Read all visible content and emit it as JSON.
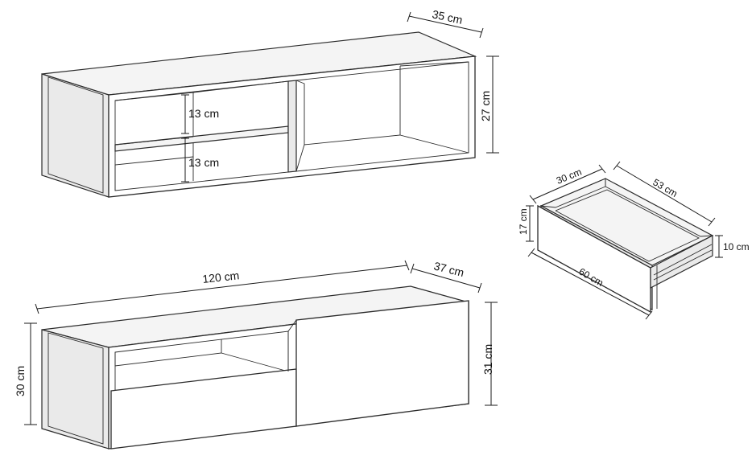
{
  "shelf": {
    "depth_label": "35 cm",
    "height_label": "27 cm",
    "upper_gap_label": "13 cm",
    "lower_gap_label": "13 cm"
  },
  "cabinet": {
    "width_label": "120 cm",
    "depth_label": "37 cm",
    "left_height_label": "30 cm",
    "right_height_label": "31 cm"
  },
  "drawer": {
    "depth_label": "30 cm",
    "width_inner_label": "53 cm",
    "height_label": "17 cm",
    "inner_height_label": "10 cm",
    "width_label": "60 cm"
  },
  "colors": {
    "line": "#2b2b2b",
    "background": "#ffffff"
  }
}
